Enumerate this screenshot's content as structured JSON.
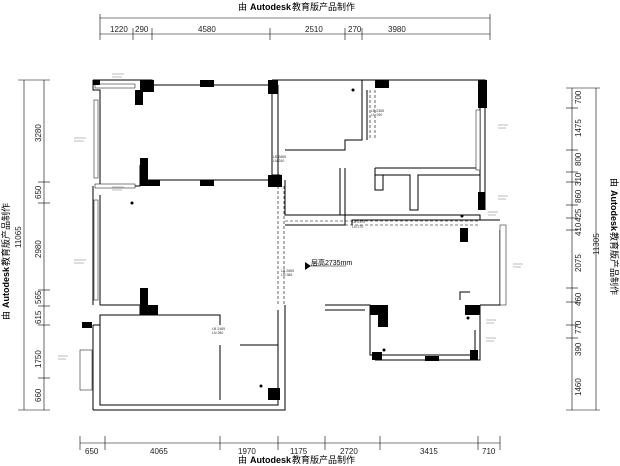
{
  "watermark": {
    "prefix": "由",
    "brand": "Autodesk",
    "suffix": "教育版产品制作"
  },
  "dimensions": {
    "top": [
      "1220",
      "290",
      "4580",
      "2510",
      "270",
      "3980"
    ],
    "bottom": [
      "650",
      "4065",
      "1970",
      "1175",
      "2720",
      "3415",
      "710"
    ],
    "left_total": "11065",
    "left": [
      "3280",
      "650",
      "2980",
      "565",
      "615",
      "1750",
      "660"
    ],
    "right_total": "11305",
    "right": [
      "700",
      "1475",
      "800",
      "310",
      "860",
      "425",
      "410",
      "2075",
      "460",
      "770",
      "390",
      "1460"
    ]
  },
  "annotations": {
    "ceiling_height": "层高2735mm",
    "beam_labels": [
      {
        "line1": "LB 2665",
        "line2": "LN 240"
      },
      {
        "line1": "LB 2365",
        "line2": "LN 290"
      },
      {
        "line1": "LB 2470",
        "line2": "LN 270"
      },
      {
        "line1": "LB 2665",
        "line2": "LN 385"
      },
      {
        "line1": "LB 2465",
        "line2": "LN 280"
      }
    ]
  }
}
